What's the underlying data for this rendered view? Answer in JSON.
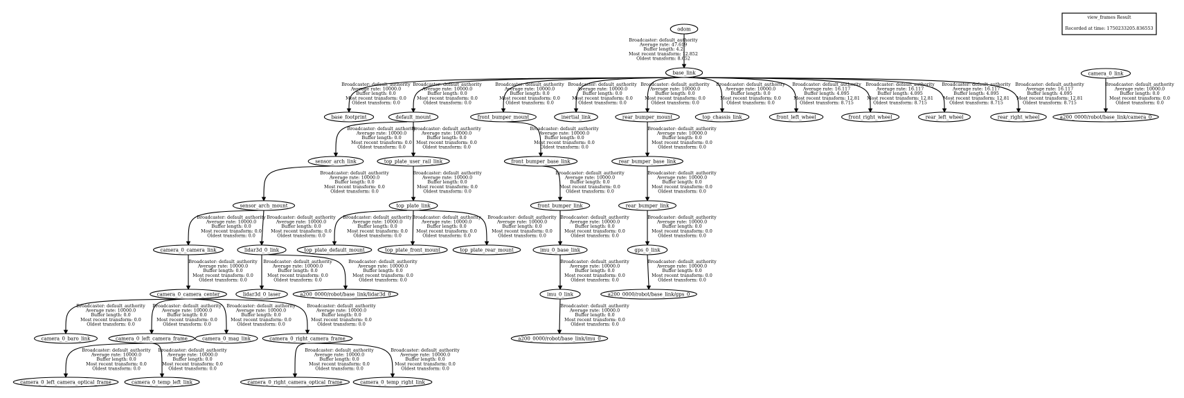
{
  "info_box": {
    "title": "view_frames Result",
    "recorded": "Recorded at time: 1750233205.836553"
  },
  "nodes": {
    "odom": "odom",
    "base_link": "base_link",
    "camera_0_link": "camera_0_link",
    "base_footprint": "base_footprint",
    "default_mount": "default_mount",
    "front_bumper_mount": "front_bumper_mount",
    "inertial_link": "inertial_link",
    "rear_bumper_mount": "rear_bumper_mount",
    "top_chassis_link": "top_chassis_link",
    "front_left_wheel": "front_left_wheel",
    "front_right_wheel": "front_right_wheel",
    "rear_left_wheel": "rear_left_wheel",
    "rear_right_wheel": "rear_right_wheel",
    "cam0_frame": "a200_0000/robot/base_link/camera_0",
    "sensor_arch_link": "sensor_arch_link",
    "top_plate_user_rail_link": "top_plate_user_rail_link",
    "front_bumper_base_link": "front_bumper_base_link",
    "rear_bumper_base_link": "rear_bumper_base_link",
    "sensor_arch_mount": "sensor_arch_mount",
    "top_plate_link": "top_plate_link",
    "front_bumper_link": "front_bumper_link",
    "rear_bumper_link": "rear_bumper_link",
    "camera_0_camera_link": "camera_0_camera_link",
    "lidar3d_0_link": "lidar3d_0_link",
    "top_plate_default_mount": "top_plate_default_mount",
    "top_plate_front_mount": "top_plate_front_mount",
    "top_plate_rear_mount": "top_plate_rear_mount",
    "imu_0_base_link": "imu_0_base_link",
    "gps_0_link": "gps_0_link",
    "camera_0_camera_center": "camera_0_camera_center",
    "lidar3d_0_laser": "lidar3d_0_laser",
    "lidar_frame": "a200_0000/robot/base_link/lidar3d_0",
    "imu_0_link": "imu_0_link",
    "gps_frame": "a200_0000/robot/base_link/gps_0",
    "camera_0_baro_link": "camera_0_baro_link",
    "camera_0_left_camera_frame": "camera_0_left_camera_frame",
    "camera_0_mag_link": "camera_0_mag_link",
    "camera_0_right_camera_frame": "camera_0_right_camera_frame",
    "imu_frame": "a200_0000/robot/base_link/imu_0",
    "camera_0_left_camera_optical_frame": "camera_0_left_camera_optical_frame",
    "camera_0_temp_left_link": "camera_0_temp_left_link",
    "camera_0_right_camera_optical_frame": "camera_0_right_camera_optical_frame",
    "camera_0_temp_right_link": "camera_0_temp_right_link"
  },
  "edges": [
    {
      "from": "odom",
      "to": "base_link",
      "broadcaster": "Broadcaster: default_authority",
      "rate": "Average rate: 47.619",
      "buffer": "Buffer length: 4.2",
      "recent": "Most recent transform: 12.852",
      "oldest": "Oldest transform: 8.652"
    },
    {
      "from": "base_link",
      "to": "base_footprint",
      "broadcaster": "Broadcaster: default_authority",
      "rate": "Average rate: 10000.0",
      "buffer": "Buffer length: 0.0",
      "recent": "Most recent transform: 0.0",
      "oldest": "Oldest transform: 0.0"
    },
    {
      "from": "base_link",
      "to": "default_mount",
      "broadcaster": "Broadcaster: default_authority",
      "rate": "Average rate: 10000.0",
      "buffer": "Buffer length: 0.0",
      "recent": "Most recent transform: 0.0",
      "oldest": "Oldest transform: 0.0"
    },
    {
      "from": "base_link",
      "to": "front_bumper_mount",
      "broadcaster": "Broadcaster: default_authority",
      "rate": "Average rate: 10000.0",
      "buffer": "Buffer length: 0.0",
      "recent": "Most recent transform: 0.0",
      "oldest": "Oldest transform: 0.0"
    },
    {
      "from": "base_link",
      "to": "inertial_link",
      "broadcaster": "Broadcaster: default_authority",
      "rate": "Average rate: 10000.0",
      "buffer": "Buffer length: 0.0",
      "recent": "Most recent transform: 0.0",
      "oldest": "Oldest transform: 0.0"
    },
    {
      "from": "base_link",
      "to": "rear_bumper_mount",
      "broadcaster": "Broadcaster: default_authority",
      "rate": "Average rate: 10000.0",
      "buffer": "Buffer length: 0.0",
      "recent": "Most recent transform: 0.0",
      "oldest": "Oldest transform: 0.0"
    },
    {
      "from": "base_link",
      "to": "top_chassis_link",
      "broadcaster": "Broadcaster: default_authority",
      "rate": "Average rate: 10000.0",
      "buffer": "Buffer length: 0.0",
      "recent": "Most recent transform: 0.0",
      "oldest": "Oldest transform: 0.0"
    },
    {
      "from": "base_link",
      "to": "front_left_wheel",
      "broadcaster": "Broadcaster: default_authority",
      "rate": "Average rate: 16.117",
      "buffer": "Buffer length: 4.095",
      "recent": "Most recent transform: 12.81",
      "oldest": "Oldest transform: 8.715"
    },
    {
      "from": "base_link",
      "to": "front_right_wheel",
      "broadcaster": "Broadcaster: default_authority",
      "rate": "Average rate: 16.117",
      "buffer": "Buffer length: 4.095",
      "recent": "Most recent transform: 12.81",
      "oldest": "Oldest transform: 8.715"
    },
    {
      "from": "base_link",
      "to": "rear_left_wheel",
      "broadcaster": "Broadcaster: default_authority",
      "rate": "Average rate: 16.117",
      "buffer": "Buffer length: 4.095",
      "recent": "Most recent transform: 12.81",
      "oldest": "Oldest transform: 8.715"
    },
    {
      "from": "base_link",
      "to": "rear_right_wheel",
      "broadcaster": "Broadcaster: default_authority",
      "rate": "Average rate: 16.117",
      "buffer": "Buffer length: 4.095",
      "recent": "Most recent transform: 12.81",
      "oldest": "Oldest transform: 8.715"
    },
    {
      "from": "camera_0_link",
      "to": "cam0_frame",
      "broadcaster": "Broadcaster: default_authority",
      "rate": "Average rate: 10000.0",
      "buffer": "Buffer length: 0.0",
      "recent": "Most recent transform: 0.0",
      "oldest": "Oldest transform: 0.0"
    },
    {
      "from": "default_mount",
      "to": "sensor_arch_link",
      "broadcaster": "Broadcaster: default_authority",
      "rate": "Average rate: 10000.0",
      "buffer": "Buffer length: 0.0",
      "recent": "Most recent transform: 0.0",
      "oldest": "Oldest transform: 0.0"
    },
    {
      "from": "default_mount",
      "to": "top_plate_user_rail_link",
      "broadcaster": "Broadcaster: default_authority",
      "rate": "Average rate: 10000.0",
      "buffer": "Buffer length: 0.0",
      "recent": "Most recent transform: 0.0",
      "oldest": "Oldest transform: 0.0"
    },
    {
      "from": "front_bumper_mount",
      "to": "front_bumper_base_link",
      "broadcaster": "Broadcaster: default_authority",
      "rate": "Average rate: 10000.0",
      "buffer": "Buffer length: 0.0",
      "recent": "Most recent transform: 0.0",
      "oldest": "Oldest transform: 0.0"
    },
    {
      "from": "rear_bumper_mount",
      "to": "rear_bumper_base_link",
      "broadcaster": "Broadcaster: default_authority",
      "rate": "Average rate: 10000.0",
      "buffer": "Buffer length: 0.0",
      "recent": "Most recent transform: 0.0",
      "oldest": "Oldest transform: 0.0"
    },
    {
      "from": "sensor_arch_link",
      "to": "sensor_arch_mount",
      "broadcaster": "Broadcaster: default_authority",
      "rate": "Average rate: 10000.0",
      "buffer": "Buffer length: 0.0",
      "recent": "Most recent transform: 0.0",
      "oldest": "Oldest transform: 0.0"
    },
    {
      "from": "top_plate_user_rail_link",
      "to": "top_plate_link",
      "broadcaster": "Broadcaster: default_authority",
      "rate": "Average rate: 10000.0",
      "buffer": "Buffer length: 0.0",
      "recent": "Most recent transform: 0.0",
      "oldest": "Oldest transform: 0.0"
    },
    {
      "from": "front_bumper_base_link",
      "to": "front_bumper_link",
      "broadcaster": "Broadcaster: default_authority",
      "rate": "Average rate: 10000.0",
      "buffer": "Buffer length: 0.0",
      "recent": "Most recent transform: 0.0",
      "oldest": "Oldest transform: 0.0"
    },
    {
      "from": "rear_bumper_base_link",
      "to": "rear_bumper_link",
      "broadcaster": "Broadcaster: default_authority",
      "rate": "Average rate: 10000.0",
      "buffer": "Buffer length: 0.0",
      "recent": "Most recent transform: 0.0",
      "oldest": "Oldest transform: 0.0"
    },
    {
      "from": "sensor_arch_mount",
      "to": "camera_0_camera_link",
      "broadcaster": "Broadcaster: default_authority",
      "rate": "Average rate: 10000.0",
      "buffer": "Buffer length: 0.0",
      "recent": "Most recent transform: 0.0",
      "oldest": "Oldest transform: 0.0"
    },
    {
      "from": "sensor_arch_mount",
      "to": "lidar3d_0_link",
      "broadcaster": "Broadcaster: default_authority",
      "rate": "Average rate: 10000.0",
      "buffer": "Buffer length: 0.0",
      "recent": "Most recent transform: 0.0",
      "oldest": "Oldest transform: 0.0"
    },
    {
      "from": "top_plate_link",
      "to": "top_plate_default_mount",
      "broadcaster": "Broadcaster: default_authority",
      "rate": "Average rate: 10000.0",
      "buffer": "Buffer length: 0.0",
      "recent": "Most recent transform: 0.0",
      "oldest": "Oldest transform: 0.0"
    },
    {
      "from": "top_plate_link",
      "to": "top_plate_front_mount",
      "broadcaster": "Broadcaster: default_authority",
      "rate": "Average rate: 10000.0",
      "buffer": "Buffer length: 0.0",
      "recent": "Most recent transform: 0.0",
      "oldest": "Oldest transform: 0.0"
    },
    {
      "from": "top_plate_link",
      "to": "top_plate_rear_mount",
      "broadcaster": "Broadcaster: default_authority",
      "rate": "Average rate: 10000.0",
      "buffer": "Buffer length: 0.0",
      "recent": "Most recent transform: 0.0",
      "oldest": "Oldest transform: 0.0"
    },
    {
      "from": "front_bumper_link",
      "to": "imu_0_base_link",
      "broadcaster": "Broadcaster: default_authority",
      "rate": "Average rate: 10000.0",
      "buffer": "Buffer length: 0.0",
      "recent": "Most recent transform: 0.0",
      "oldest": "Oldest transform: 0.0"
    },
    {
      "from": "rear_bumper_link",
      "to": "gps_0_link",
      "broadcaster": "Broadcaster: default_authority",
      "rate": "Average rate: 10000.0",
      "buffer": "Buffer length: 0.0",
      "recent": "Most recent transform: 0.0",
      "oldest": "Oldest transform: 0.0"
    },
    {
      "from": "camera_0_camera_link",
      "to": "camera_0_camera_center",
      "broadcaster": "Broadcaster: default_authority",
      "rate": "Average rate: 10000.0",
      "buffer": "Buffer length: 0.0",
      "recent": "Most recent transform: 0.0",
      "oldest": "Oldest transform: 0.0"
    },
    {
      "from": "lidar3d_0_link",
      "to": "lidar3d_0_laser",
      "broadcaster": "Broadcaster: default_authority",
      "rate": "Average rate: 10000.0",
      "buffer": "Buffer length: 0.0",
      "recent": "Most recent transform: 0.0",
      "oldest": "Oldest transform: 0.0"
    },
    {
      "from": "lidar3d_0_link",
      "to": "lidar_frame",
      "broadcaster": "Broadcaster: default_authority",
      "rate": "Average rate: 10000.0",
      "buffer": "Buffer length: 0.0",
      "recent": "Most recent transform: 0.0",
      "oldest": "Oldest transform: 0.0"
    },
    {
      "from": "imu_0_base_link",
      "to": "imu_0_link",
      "broadcaster": "Broadcaster: default_authority",
      "rate": "Average rate: 10000.0",
      "buffer": "Buffer length: 0.0",
      "recent": "Most recent transform: 0.0",
      "oldest": "Oldest transform: 0.0"
    },
    {
      "from": "gps_0_link",
      "to": "gps_frame",
      "broadcaster": "Broadcaster: default_authority",
      "rate": "Average rate: 10000.0",
      "buffer": "Buffer length: 0.0",
      "recent": "Most recent transform: 0.0",
      "oldest": "Oldest transform: 0.0"
    },
    {
      "from": "camera_0_camera_center",
      "to": "camera_0_baro_link",
      "broadcaster": "Broadcaster: default_authority",
      "rate": "Average rate: 10000.0",
      "buffer": "Buffer length: 0.0",
      "recent": "Most recent transform: 0.0",
      "oldest": "Oldest transform: 0.0"
    },
    {
      "from": "camera_0_camera_center",
      "to": "camera_0_left_camera_frame",
      "broadcaster": "Broadcaster: default_authority",
      "rate": "Average rate: 10000.0",
      "buffer": "Buffer length: 0.0",
      "recent": "Most recent transform: 0.0",
      "oldest": "Oldest transform: 0.0"
    },
    {
      "from": "camera_0_camera_center",
      "to": "camera_0_mag_link",
      "broadcaster": "Broadcaster: default_authority",
      "rate": "Average rate: 10000.0",
      "buffer": "Buffer length: 0.0",
      "recent": "Most recent transform: 0.0",
      "oldest": "Oldest transform: 0.0"
    },
    {
      "from": "camera_0_camera_center",
      "to": "camera_0_right_camera_frame",
      "broadcaster": "Broadcaster: default_authority",
      "rate": "Average rate: 10000.0",
      "buffer": "Buffer length: 0.0",
      "recent": "Most recent transform: 0.0",
      "oldest": "Oldest transform: 0.0"
    },
    {
      "from": "imu_0_link",
      "to": "imu_frame",
      "broadcaster": "Broadcaster: default_authority",
      "rate": "Average rate: 10000.0",
      "buffer": "Buffer length: 0.0",
      "recent": "Most recent transform: 0.0",
      "oldest": "Oldest transform: 0.0"
    },
    {
      "from": "camera_0_left_camera_frame",
      "to": "camera_0_left_camera_optical_frame",
      "broadcaster": "Broadcaster: default_authority",
      "rate": "Average rate: 10000.0",
      "buffer": "Buffer length: 0.0",
      "recent": "Most recent transform: 0.0",
      "oldest": "Oldest transform: 0.0"
    },
    {
      "from": "camera_0_left_camera_frame",
      "to": "camera_0_temp_left_link",
      "broadcaster": "Broadcaster: default_authority",
      "rate": "Average rate: 10000.0",
      "buffer": "Buffer length: 0.0",
      "recent": "Most recent transform: 0.0",
      "oldest": "Oldest transform: 0.0"
    },
    {
      "from": "camera_0_right_camera_frame",
      "to": "camera_0_right_camera_optical_frame",
      "broadcaster": "Broadcaster: default_authority",
      "rate": "Average rate: 10000.0",
      "buffer": "Buffer length: 0.0",
      "recent": "Most recent transform: 0.0",
      "oldest": "Oldest transform: 0.0"
    },
    {
      "from": "camera_0_right_camera_frame",
      "to": "camera_0_temp_right_link",
      "broadcaster": "Broadcaster: default_authority",
      "rate": "Average rate: 10000.0",
      "buffer": "Buffer length: 0.0",
      "recent": "Most recent transform: 0.0",
      "oldest": "Oldest transform: 0.0"
    }
  ]
}
